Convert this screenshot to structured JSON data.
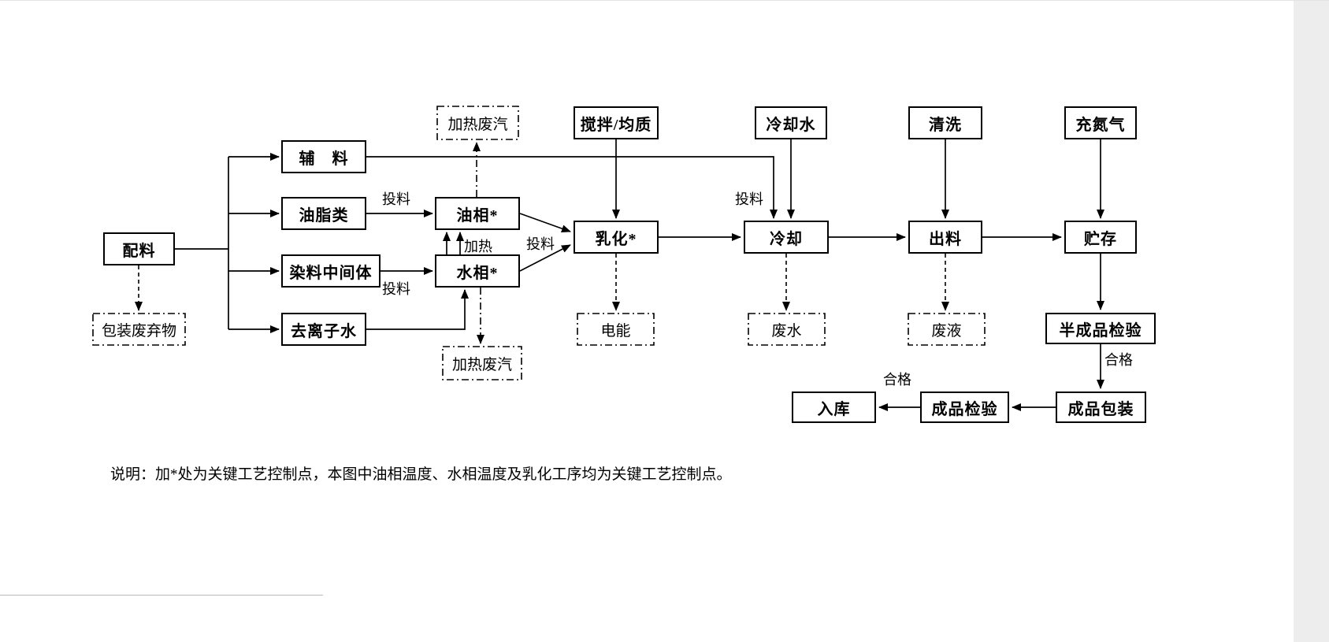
{
  "note": "说明：加*处为关键工艺控制点，本图中油相温度、水相温度及乳化工序均为关键工艺控制点。",
  "boxes": {
    "batching": "配料",
    "auxiliary": "辅　料",
    "oils": "油脂类",
    "dye_intermediate": "染料中间体",
    "deionized_water": "去离子水",
    "oil_phase": "油相*",
    "water_phase": "水相*",
    "stir_homogenize": "搅拌/均质",
    "emulsify": "乳化*",
    "cooling_water": "冷却水",
    "cooling": "冷却",
    "cleaning": "清洗",
    "discharge": "出料",
    "nitrogen_fill": "充氮气",
    "storage": "贮存",
    "semi_product_inspection": "半成品检验",
    "product_packaging": "成品包装",
    "product_inspection": "成品检验",
    "warehouse": "入库"
  },
  "waste_boxes": {
    "packaging_waste": "包装废弃物",
    "heating_waste_steam_top": "加热废汽",
    "heating_waste_steam_bottom": "加热废汽",
    "electric_energy": "电能",
    "wastewater": "废水",
    "waste_liquid": "废液"
  },
  "edge_labels": {
    "feed_oil": "投料",
    "feed_dye": "投料",
    "heating": "加热",
    "feed_emulsify": "投料",
    "feed_auxiliary": "投料",
    "qualified_semi": "合格",
    "qualified_final": "合格"
  }
}
